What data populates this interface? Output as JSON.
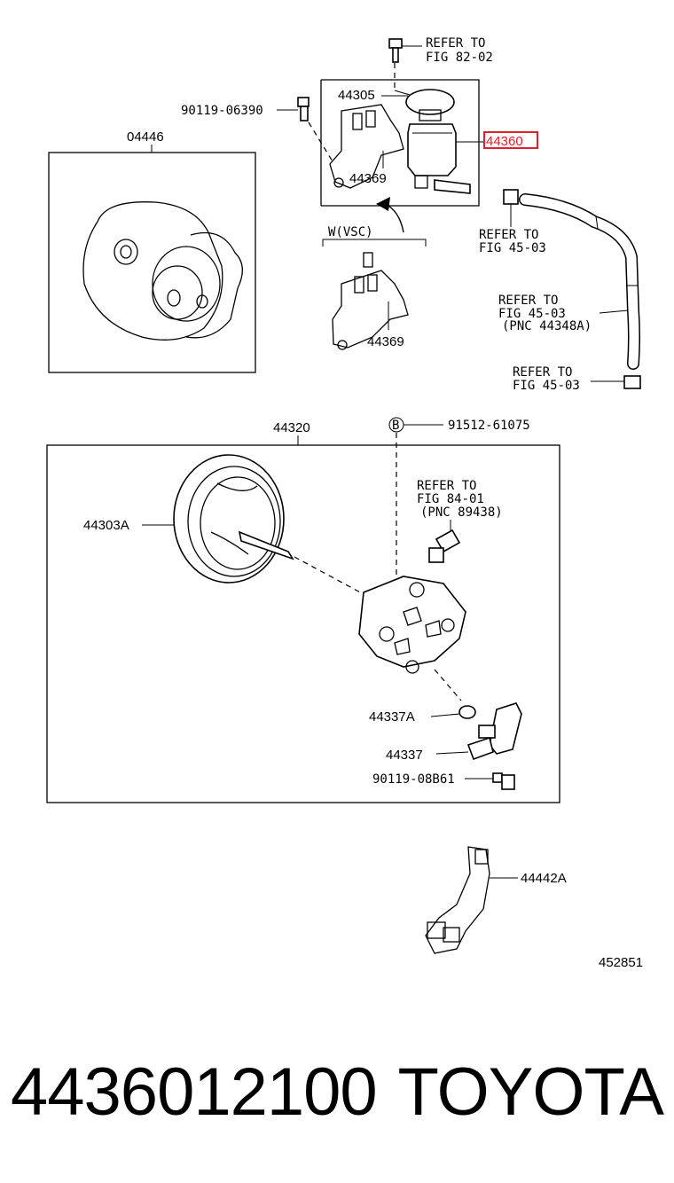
{
  "labels": {
    "refer_top_1": "REFER TO",
    "refer_top_2": "FIG 82-02",
    "p44305": "44305",
    "p90119_06390": "90119-06390",
    "p04446": "04446",
    "p44360": "44360",
    "p44369_top": "44369",
    "refer_4503a_1": "REFER TO",
    "refer_4503a_2": "FIG 45-03",
    "w_vsc": "W(VSC)",
    "p44369_bottom": "44369",
    "refer_4503b_1": "REFER TO",
    "refer_4503b_2": "FIG 45-03",
    "refer_4503b_3": "(PNC 44348A)",
    "refer_4503c_1": "REFER TO",
    "refer_4503c_2": "FIG 45-03",
    "p44320": "44320",
    "circle_b": "B",
    "p91512_61075": "91512-61075",
    "refer_8401_1": "REFER TO",
    "refer_8401_2": "FIG 84-01",
    "refer_8401_3": "(PNC 89438)",
    "p44303a": "44303A",
    "p44337a": "44337A",
    "p44337": "44337",
    "p90119_08b61": "90119-08B61",
    "p44442a": "44442A",
    "diagram_id": "452851"
  },
  "footer": {
    "part_number": "4436012100",
    "brand": "TOYOTA"
  },
  "colors": {
    "highlight": "#e0202a",
    "ink": "#000000",
    "background": "#ffffff"
  }
}
